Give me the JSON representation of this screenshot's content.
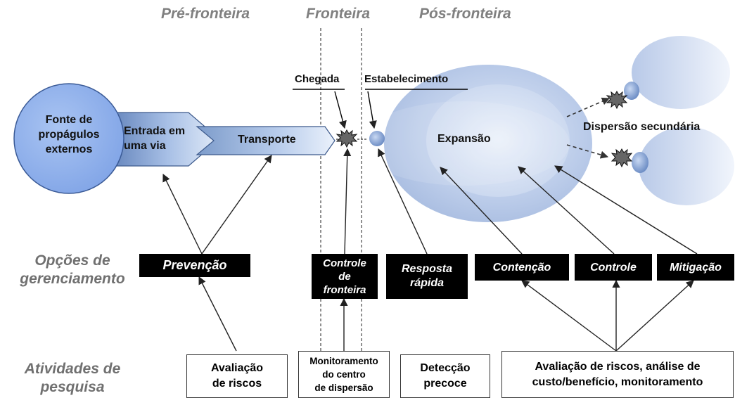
{
  "phases": {
    "pre_border": "Pré-fronteira",
    "border": "Fronteira",
    "post_border": "Pós-fronteira"
  },
  "stages": {
    "source": [
      "Fonte de",
      "propágulos",
      "externos"
    ],
    "entry": [
      "Entrada em",
      "uma via"
    ],
    "transport": "Transporte",
    "arrival": "Chegada",
    "establishment": "Estabelecimento",
    "expansion": "Expansão",
    "secondary_dispersal": "Dispersão secundária"
  },
  "management": {
    "row_label": [
      "Opções de",
      "gerenciamento"
    ],
    "prevention": "Prevenção",
    "border_control": [
      "Controle",
      "de",
      "fronteira"
    ],
    "rapid_response": [
      "Resposta",
      "rápida"
    ],
    "containment": "Contenção",
    "control": "Controle",
    "mitigation": "Mitigação"
  },
  "research": {
    "row_label": [
      "Atividades de",
      "pesquisa"
    ],
    "risk_assessment": [
      "Avaliação",
      "de riscos"
    ],
    "monitoring_center": [
      "Monitoramento",
      "do centro",
      "de dispersão"
    ],
    "early_detection": [
      "Detecção",
      "precoce"
    ],
    "risk_cost_monitoring": [
      "Avaliação de riscos, análise de",
      "custo/benefício, monitoramento"
    ]
  },
  "colors": {
    "phase_text": "#808080",
    "source_circle": "#8fb2ee",
    "expansion_blob": "#b4c6e6",
    "box_fill": "#000000"
  }
}
